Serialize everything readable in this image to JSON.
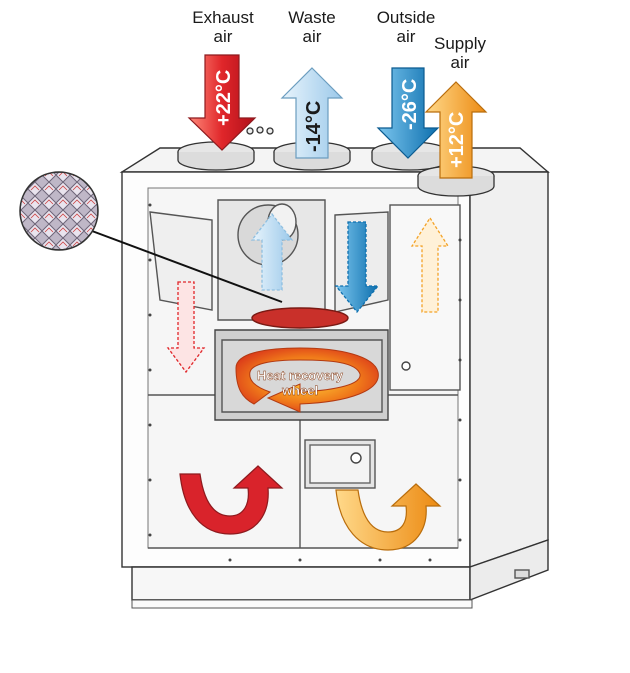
{
  "labels": {
    "exhaust": {
      "line1": "Exhaust",
      "line2": "air"
    },
    "waste": {
      "line1": "Waste",
      "line2": "air"
    },
    "outside": {
      "line1": "Outside",
      "line2": "air"
    },
    "supply": {
      "line1": "Supply",
      "line2": "air"
    }
  },
  "temperatures": {
    "exhaust": "+22°C",
    "waste": "-14°C",
    "outside": "-26°C",
    "supply": "+12°C"
  },
  "wheel": {
    "line1": "Heat recovery",
    "line2": "wheel"
  },
  "colors": {
    "exhaust": "#e0262a",
    "waste": "#b7d9f0",
    "outside": "#1f8cc9",
    "supply": "#f3a227",
    "unit_line": "#333333"
  }
}
